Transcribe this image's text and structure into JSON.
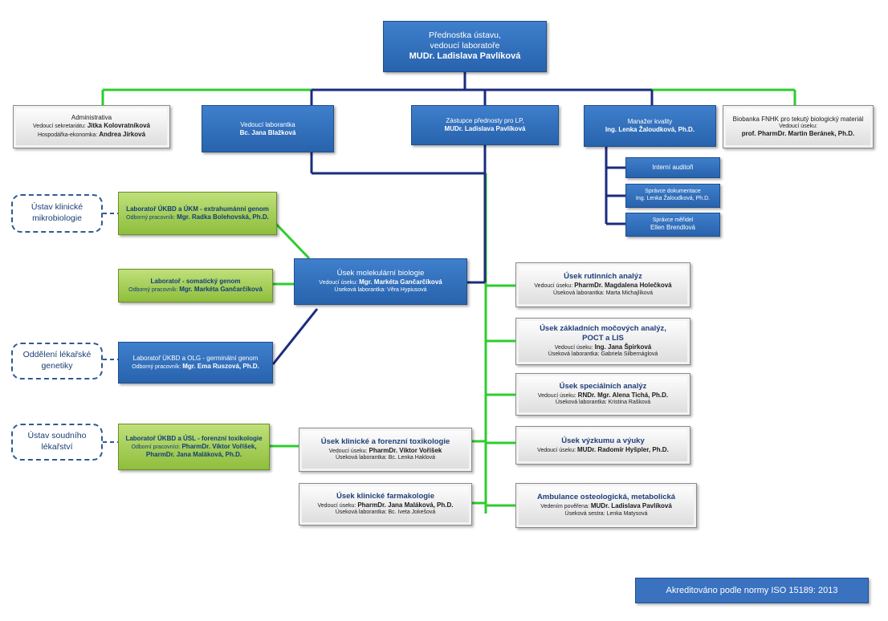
{
  "director": {
    "line1": "Přednostka ústavu,",
    "line2": "vedoucí laboratoře",
    "name": "MUDr. Ladislava Pavlíková"
  },
  "administrativa": {
    "title": "Administrativa",
    "r1_label": "Vedoucí sekretariátu: ",
    "r1_value": "Jitka Kolovratníková",
    "r2_label": "Hospodářka-ekonomka: ",
    "r2_value": "Andrea Jírková"
  },
  "head_nurse": {
    "title": "Vedoucí laborantka",
    "name": "Bc. Jana Blažková"
  },
  "deputy": {
    "title": "Zástupce přednosty pro LP,",
    "name": "MUDr. Ladislava Pavlíková"
  },
  "quality": {
    "title": "Manažer kvality",
    "name": "Ing. Lenka Žaloudková, Ph.D."
  },
  "biobank": {
    "title": "Biobanka FNHK pro tekutý biologický materiál",
    "label": "Vedoucí úseku:",
    "name": "prof. PharmDr. Martin Beránek, Ph.D."
  },
  "auditors": {
    "title": "Interní auditoři"
  },
  "documentation": {
    "title": "Správce dokumentace",
    "name": "Ing. Lenka Žaloudková, Ph.D."
  },
  "meters": {
    "title": "Správce měřidel",
    "name": "Ellen Brendlová"
  },
  "molecular": {
    "title": "Úsek molekulární biologie",
    "label": "Vedoucí úseku: ",
    "name": "Mgr. Markéta Gančarčíková",
    "sub": "Úseková laborantka: Věra Hypiusová"
  },
  "lab_micro": {
    "title": "Laboratoř ÚKBD a ÚKM - extrahumánní genom",
    "label": "Odborný pracovník: ",
    "name": "Mgr. Radka Bolehovská, Ph.D."
  },
  "lab_somatic": {
    "title": "Laboratoř - somatický genom",
    "label": "Odborný pracovník: ",
    "name": "Mgr. Markéta Gančarčíková"
  },
  "lab_olg": {
    "title": "Laboratoř ÚKBD a OLG -  germinální genom",
    "label": "Odborný pracovník: ",
    "name": "Mgr. Ema Ruszová, Ph.D."
  },
  "lab_usl": {
    "title": "Laboratoř ÚKBD a ÚSL - forenzní toxikologie",
    "label": "Odborní pracovníci: ",
    "name": "PharmDr. Viktor Voříšek,",
    "name2": "PharmDr. Jana Maláková, Ph.D."
  },
  "ext_micro": {
    "text": "Ústav klinické mikrobiologie"
  },
  "ext_genetics": {
    "text": "Oddělení lékařské genetiky"
  },
  "ext_forensic": {
    "text": "Ústav soudního lékařství"
  },
  "toxicology": {
    "title": "Úsek klinické a forenzní  toxikologie",
    "label": "Vedoucí úseku: ",
    "name": "PharmDr. Viktor Voříšek",
    "sub": "Úseková laborantka: Bc. Lenka Haklová"
  },
  "pharmacology": {
    "title": "Úsek klinické farmakologie",
    "label": "Vedoucí úseku: ",
    "name": "PharmDr. Jana Maláková, Ph.D.",
    "sub": "Úseková laborantka: Bc. Iveta Jokešová"
  },
  "routine": {
    "title": "Úsek rutinních analýz",
    "label": "Vedoucí úseku: ",
    "name": "PharmDr. Magdalena Holečková",
    "sub": "Úseková laborantka: Marta Michajlíková"
  },
  "urine": {
    "title1": "Úsek základních močových analýz,",
    "title2": "POCT a LIS",
    "label": "Vedoucí úseku: ",
    "name": "Ing. Jana Špirková",
    "sub": "Úseková laborantka: Gabriela Silbernáglová"
  },
  "special": {
    "title": "Úsek speciálních analýz",
    "label": "Vedoucí úseku: ",
    "name": "RNDr. Mgr. Alena Tichá, Ph.D.",
    "sub": "Úseková laborantka: Kristina Rašková"
  },
  "research": {
    "title": "Úsek výzkumu a výuky",
    "label": "Vedoucí úseku: ",
    "name": "MUDr. Radomír Hyšpler, Ph.D."
  },
  "osteo": {
    "title": "Ambulance osteologická, metabolická",
    "label": "Vedením pověřena: ",
    "name": "MUDr. Ladislava Pavlíková",
    "sub": "Úseková sestra: Lenka Matysová"
  },
  "iso": {
    "text": "Akreditováno podle normy ISO 15189: 2013"
  },
  "colors": {
    "blue": "#2f6db8",
    "green_line": "#22cc22",
    "navy_line": "#1a2a7a"
  }
}
